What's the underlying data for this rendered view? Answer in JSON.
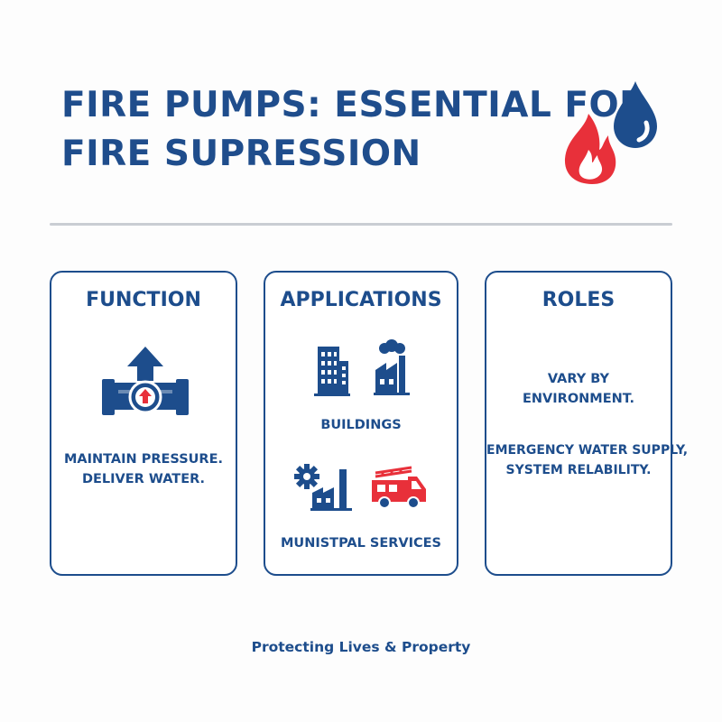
{
  "title": {
    "line1": "FIRE PUMPS: ESSENTIAL FOR",
    "line2": "FIRE SUPRESSION"
  },
  "cards": {
    "function": {
      "title": "FUNCTION",
      "lines": [
        "MAINTAIN PRESSURE.",
        "DELIVER WATER."
      ],
      "icon": "pump-pipe-icon"
    },
    "applications": {
      "title": "APPLICATIONS",
      "items": [
        {
          "label": "BUILDINGS",
          "icons": [
            "office-building-icon",
            "factory-smoke-icon"
          ]
        },
        {
          "label": "MUNISTPAL SERVICES",
          "icons": [
            "gear-factory-icon",
            "fire-truck-icon"
          ]
        }
      ]
    },
    "roles": {
      "title": "ROLES",
      "lines1": [
        "VARY BY",
        "ENVIRONMENT."
      ],
      "lines2": [
        "EMERGENCY WATER SUPPLY,",
        "SYSTEM RELABILITY."
      ]
    }
  },
  "tagline": "Protecting Lives & Property",
  "colors": {
    "primary": "#1d4d8c",
    "accent_red": "#e8303a",
    "divider": "#c9cdd3"
  }
}
